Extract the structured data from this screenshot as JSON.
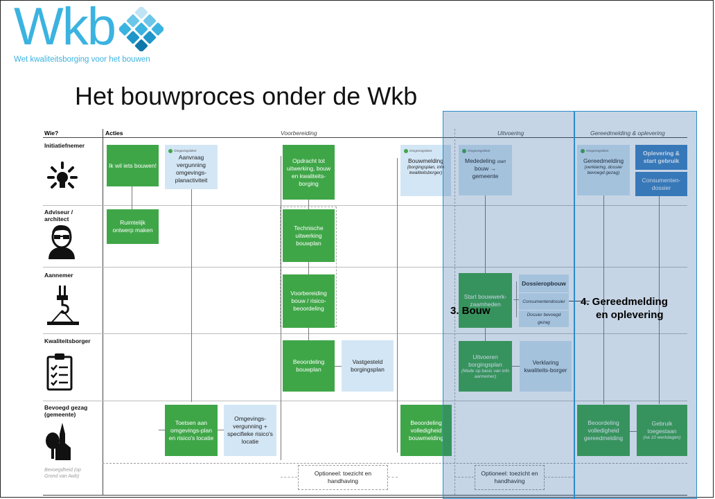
{
  "logo": {
    "text": "Wkb",
    "subtitle": "Wet kwaliteitsborging voor het bouwen"
  },
  "title": "Het bouwproces onder de Wkb",
  "headers": {
    "wie": "Wie?",
    "acties": "Acties",
    "voorbereiding": "Voorbereiding",
    "uitvoering": "Uitvoering",
    "gereedmelding": "Gereedmelding & oplevering"
  },
  "roles": {
    "initiatiefnemer": "Initiatiefnemer",
    "adviseur": "Adviseur / architect",
    "aannemer": "Aannemer",
    "kwaliteitsborger": "Kwaliteitsborger",
    "bevoegd_gezag": "Bevoegd gezag (gemeente)",
    "bevoegdheid": "Bevoegdheid (op Grond van Awb)"
  },
  "badge": "Omgevingsloket",
  "boxes": {
    "ik_wil": "Ik wil iets bouwen!",
    "aanvraag": "Aanvraag vergunning omgevings-planactiviteit",
    "opdracht": "Opdracht tot uitwerking, bouw en kwaliteits-borging",
    "bouwmelding": "Bouwmelding",
    "bouwmelding_sub": "(borgingsplan, info kwaliteitsborger)",
    "mededeling": "Mededeling",
    "mededeling_start": "start",
    "mededeling_rest": "bouw → gemeente",
    "gereedmelding": "Gereedmelding",
    "gereedmelding_sub": "(verklaring, dossier bevoegd gezag)",
    "oplevering": "Oplevering & start gebruik",
    "consumentendossier": "Consumenten-dossier",
    "ruimtelijk": "Ruimtelijk ontwerp maken",
    "technische": "Technische uitwerking bouwplan",
    "voorbereiding": "Voorbereiding bouw / risico-beoordeling",
    "start_bouw": "Start bouwwerk-zaamheden",
    "dossieropbouw": "Dossieropbouw",
    "consumentendossier_it": "Consumentendossier",
    "dossier_bg": "Dossier bevoegd gezag",
    "beoordeling_bouwplan": "Beoordeling bouwplan",
    "vastgesteld": "Vastgesteld borgingsplan",
    "uitvoeren": "Uitvoeren borgingsplan",
    "uitvoeren_sub": "(Mede op basis van info aannemer)",
    "verklaring": "Verklaring kwaliteits-borger",
    "toetsen": "Toetsen aan omgevings-plan en risico's locatie",
    "omgevingsvergunning": "Omgevings-vergunning + specifieke risico's locatie",
    "beoordeling_vb": "Beoordeling volledigheid bouwmelding",
    "beoordeling_vg": "Beoordeling volledigheid gereedmelding",
    "gebruik": "Gebruik toegestaan",
    "gebruik_sub": "(na 10 werkdagen)",
    "optioneel1": "Optioneel: toezicht en handhaving",
    "optioneel2": "Optioneel: toezicht en handhaving"
  },
  "overlay_labels": {
    "bouw": "3. Bouw",
    "gereed1": "4. Gereedmelding",
    "gereed2": "en oplevering"
  },
  "colors": {
    "green": "#3fa648",
    "light_blue": "#d3e6f5",
    "dark_blue": "#3f82c4",
    "overlay_border": "#2a8ac8",
    "logo": "#3bb3e0"
  }
}
